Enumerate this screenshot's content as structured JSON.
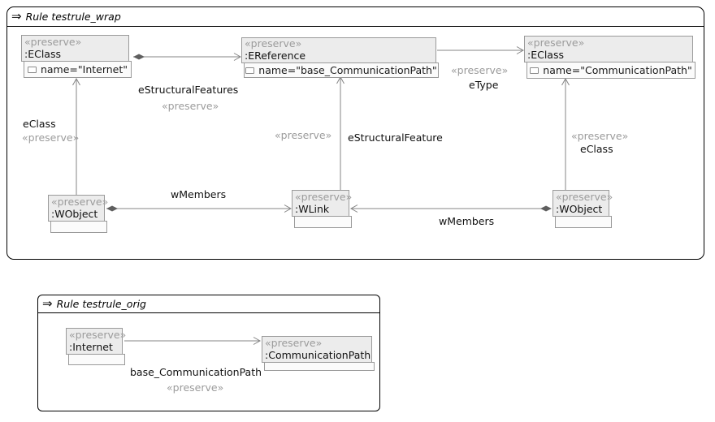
{
  "colors": {
    "rule_border": "#000000",
    "node_fill": "#ececec",
    "compartment_fill": "#fbfbfb",
    "node_border": "#9a9a9a",
    "stereotype_text": "#9b9b9b",
    "edge_line": "#848484",
    "diamond_fill": "#5f5f5f",
    "text": "#111111"
  },
  "rule_wrap": {
    "icon": "⇒",
    "title": "Rule testrule_wrap",
    "nodes": {
      "eclass_internet": {
        "stereotype": "«preserve»",
        "type": ":EClass",
        "attr": "name=\"Internet\""
      },
      "ereference": {
        "stereotype": "«preserve»",
        "type": ":EReference",
        "attr": "name=\"base_CommunicationPath\""
      },
      "eclass_commpath": {
        "stereotype": "«preserve»",
        "type": ":EClass",
        "attr": "name=\"CommunicationPath\""
      },
      "wobject_left": {
        "stereotype": "«preserve»",
        "type": ":WObject"
      },
      "wlink": {
        "stereotype": "«preserve»",
        "type": ":WLink"
      },
      "wobject_right": {
        "stereotype": "«preserve»",
        "type": ":WObject"
      }
    },
    "edge_labels": {
      "estructuralfeatures": {
        "name": "eStructuralFeatures",
        "stereotype": "«preserve»"
      },
      "etype": {
        "name": "eType",
        "stereotype": "«preserve»"
      },
      "estructuralfeature": {
        "name": "eStructuralFeature",
        "stereotype": "«preserve»"
      },
      "eclass_left": {
        "name": "eClass",
        "stereotype": "«preserve»"
      },
      "eclass_right": {
        "name": "eClass",
        "stereotype": "«preserve»"
      },
      "wmembers_left": {
        "name": "wMembers"
      },
      "wmembers_right": {
        "name": "wMembers"
      }
    }
  },
  "rule_orig": {
    "icon": "⇒",
    "title": "Rule testrule_orig",
    "nodes": {
      "internet": {
        "stereotype": "«preserve»",
        "type": ":Internet"
      },
      "communicationpath": {
        "stereotype": "«preserve»",
        "type": ":CommunicationPath"
      }
    },
    "edge_labels": {
      "base_communicationpath": {
        "name": "base_CommunicationPath",
        "stereotype": "«preserve»"
      }
    }
  }
}
